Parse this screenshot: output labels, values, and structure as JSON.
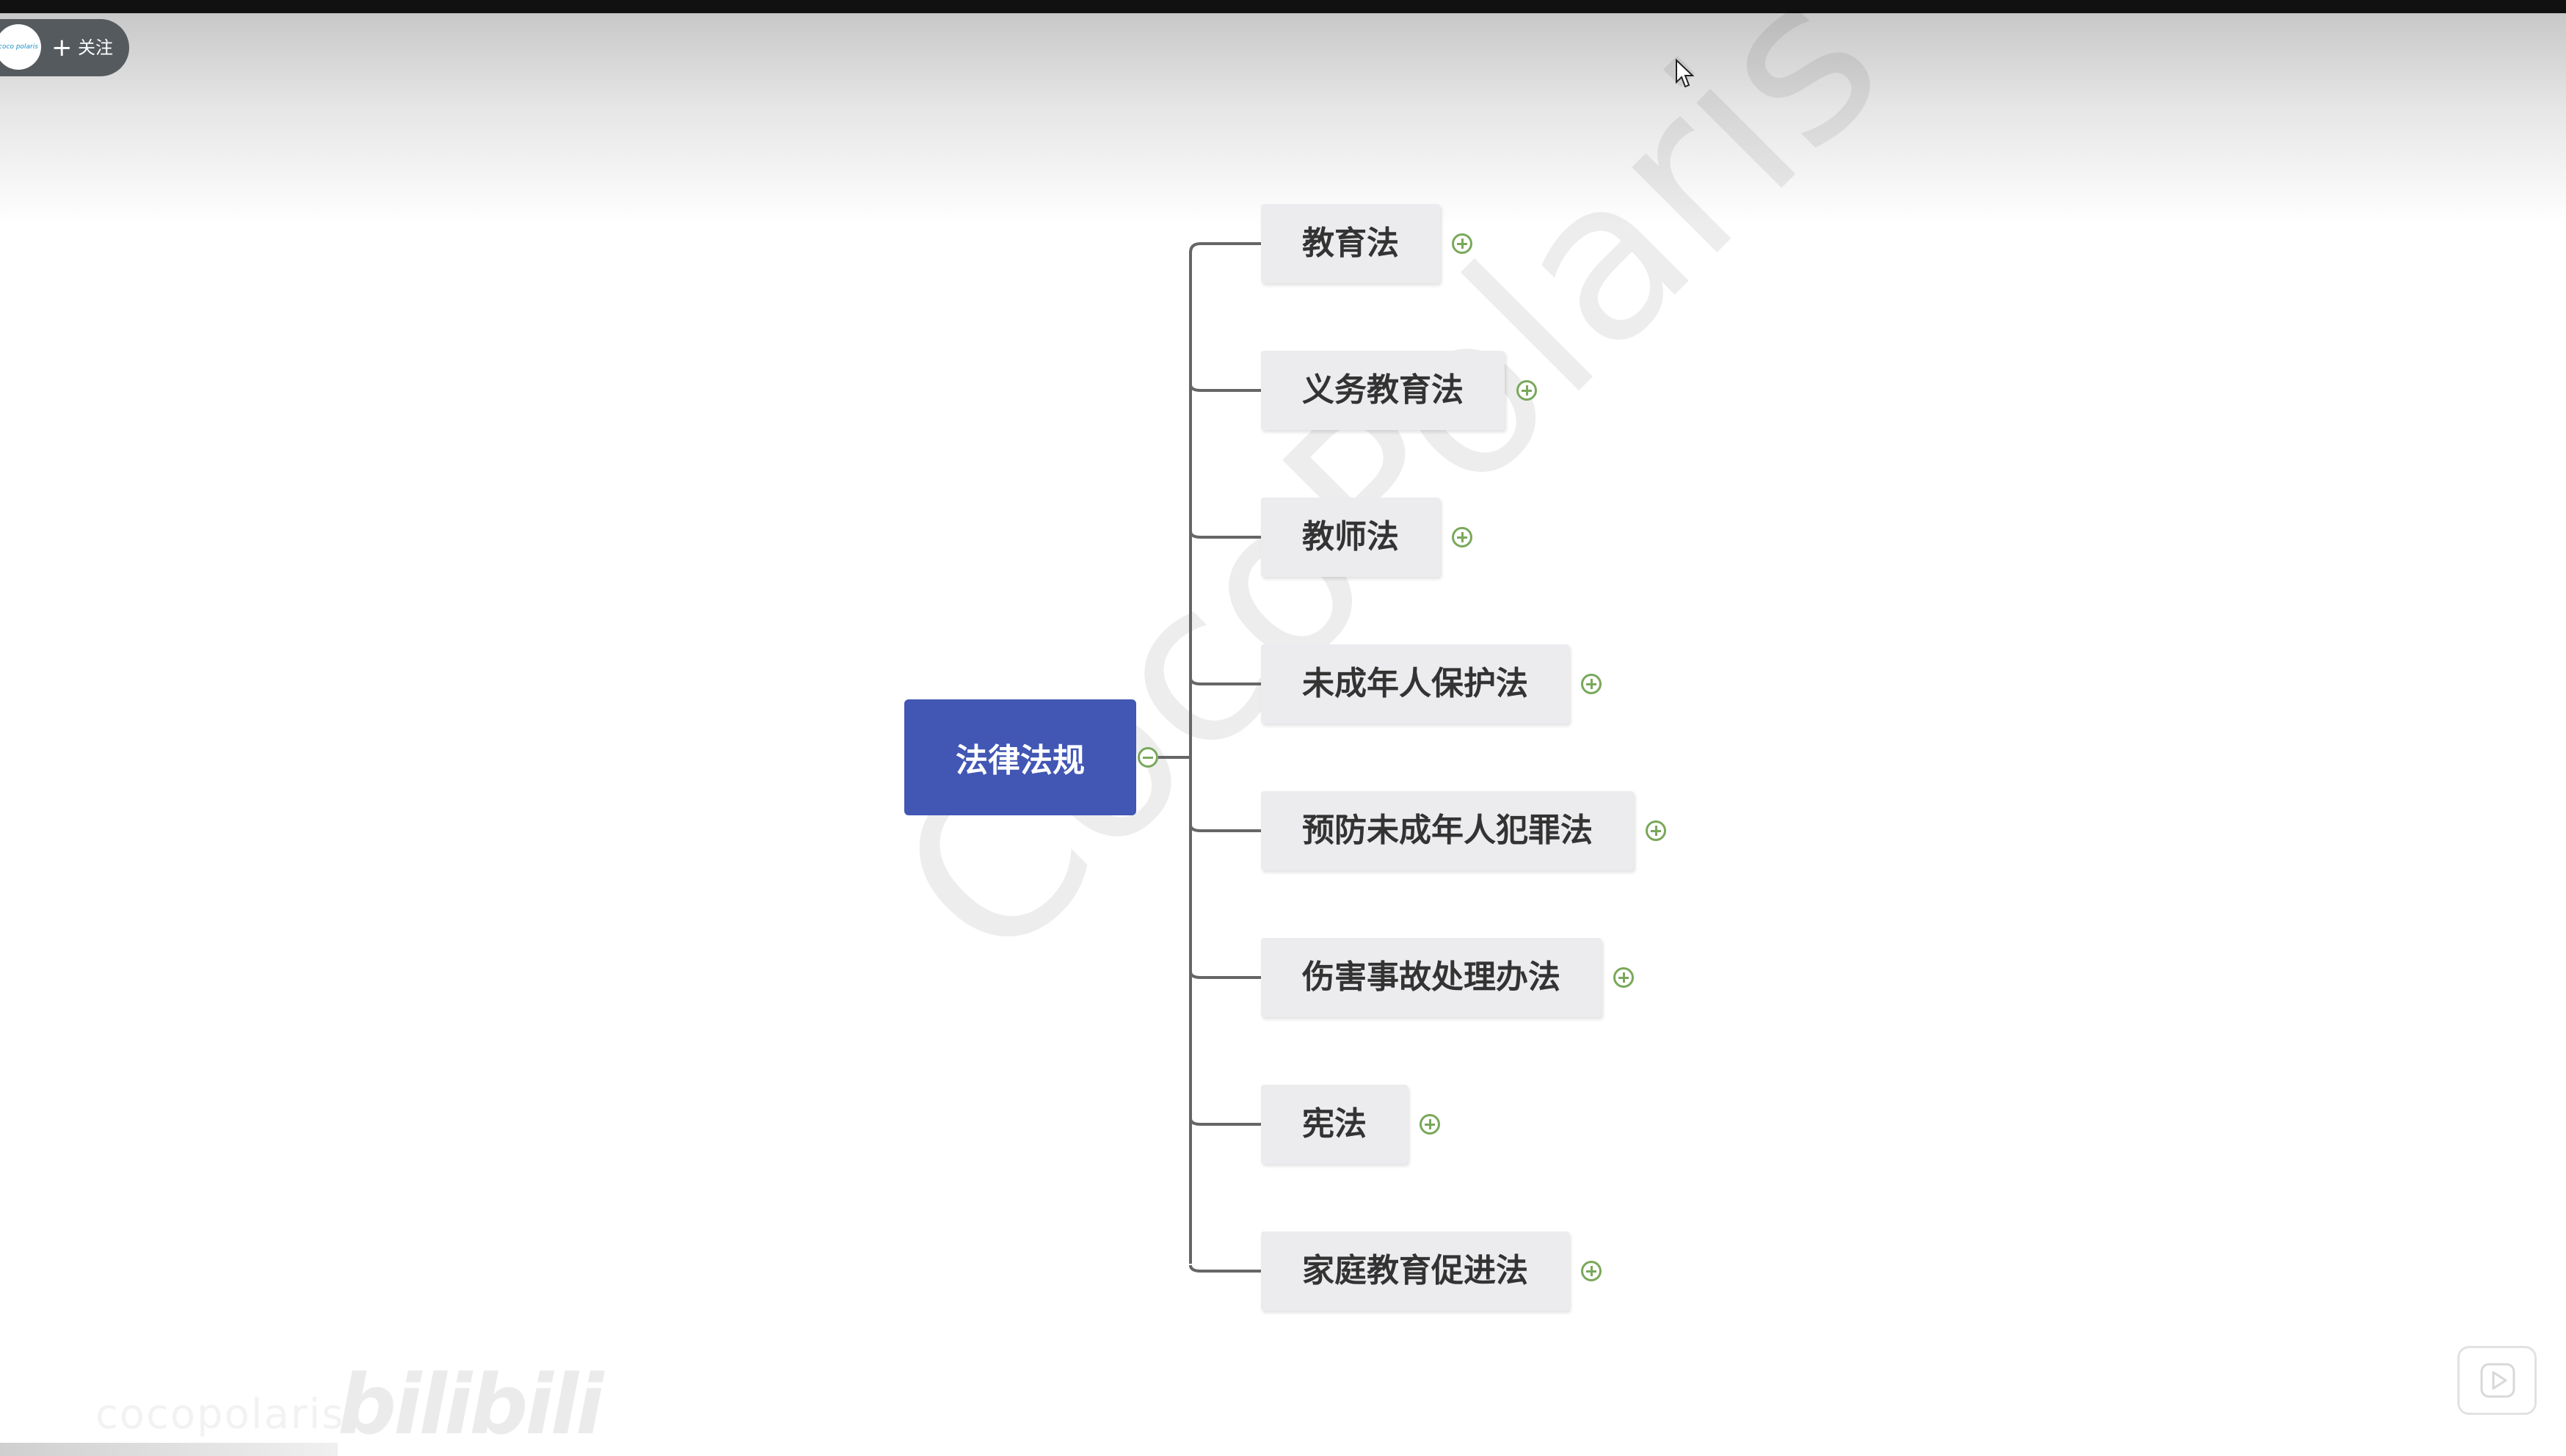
{
  "follow": {
    "plus_icon": "+",
    "label": "关注",
    "avatar_text": "coco polaris"
  },
  "mindmap": {
    "root": "法律法规",
    "branches": [
      "教育法",
      "义务教育法",
      "教师法",
      "未成年人保护法",
      "预防未成年人犯罪法",
      "伤害事故处理办法",
      "宪法",
      "家庭教育促进法"
    ]
  },
  "watermark": {
    "main": "CocoPolaris",
    "bottom": "cocopolaris",
    "logo": "bilibili"
  },
  "colors": {
    "root_fill": "#4257b4",
    "branch_fill": "#ecebee",
    "expand_icon": "#79a85b",
    "connector": "#666666"
  },
  "icons": {
    "expand": "plus-circle-icon",
    "collapse": "minus-circle-icon",
    "cursor": "mouse-pointer-icon",
    "player": "play-icon"
  }
}
